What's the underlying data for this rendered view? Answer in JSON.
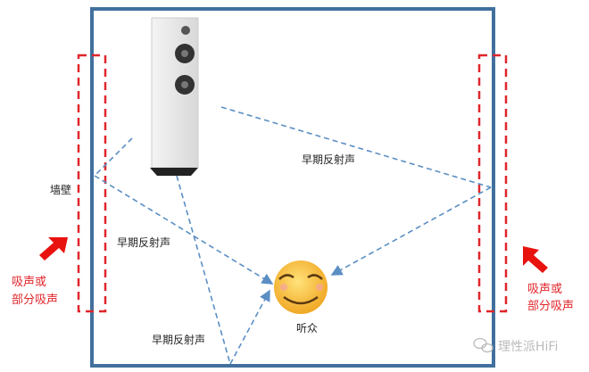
{
  "labels": {
    "wall": "墙壁",
    "early_reflection_top": "早期反射声",
    "early_reflection_left": "早期反射声",
    "early_reflection_bottom": "早期反射声",
    "listener": "听众",
    "absorb_left_1": "吸声或",
    "absorb_left_2": "部分吸声",
    "absorb_right_1": "吸声或",
    "absorb_right_2": "部分吸声"
  },
  "watermark": "理性派HiFi",
  "colors": {
    "room": "#41709e",
    "ray": "#5b8fc4",
    "absorber": "#e0262b"
  }
}
